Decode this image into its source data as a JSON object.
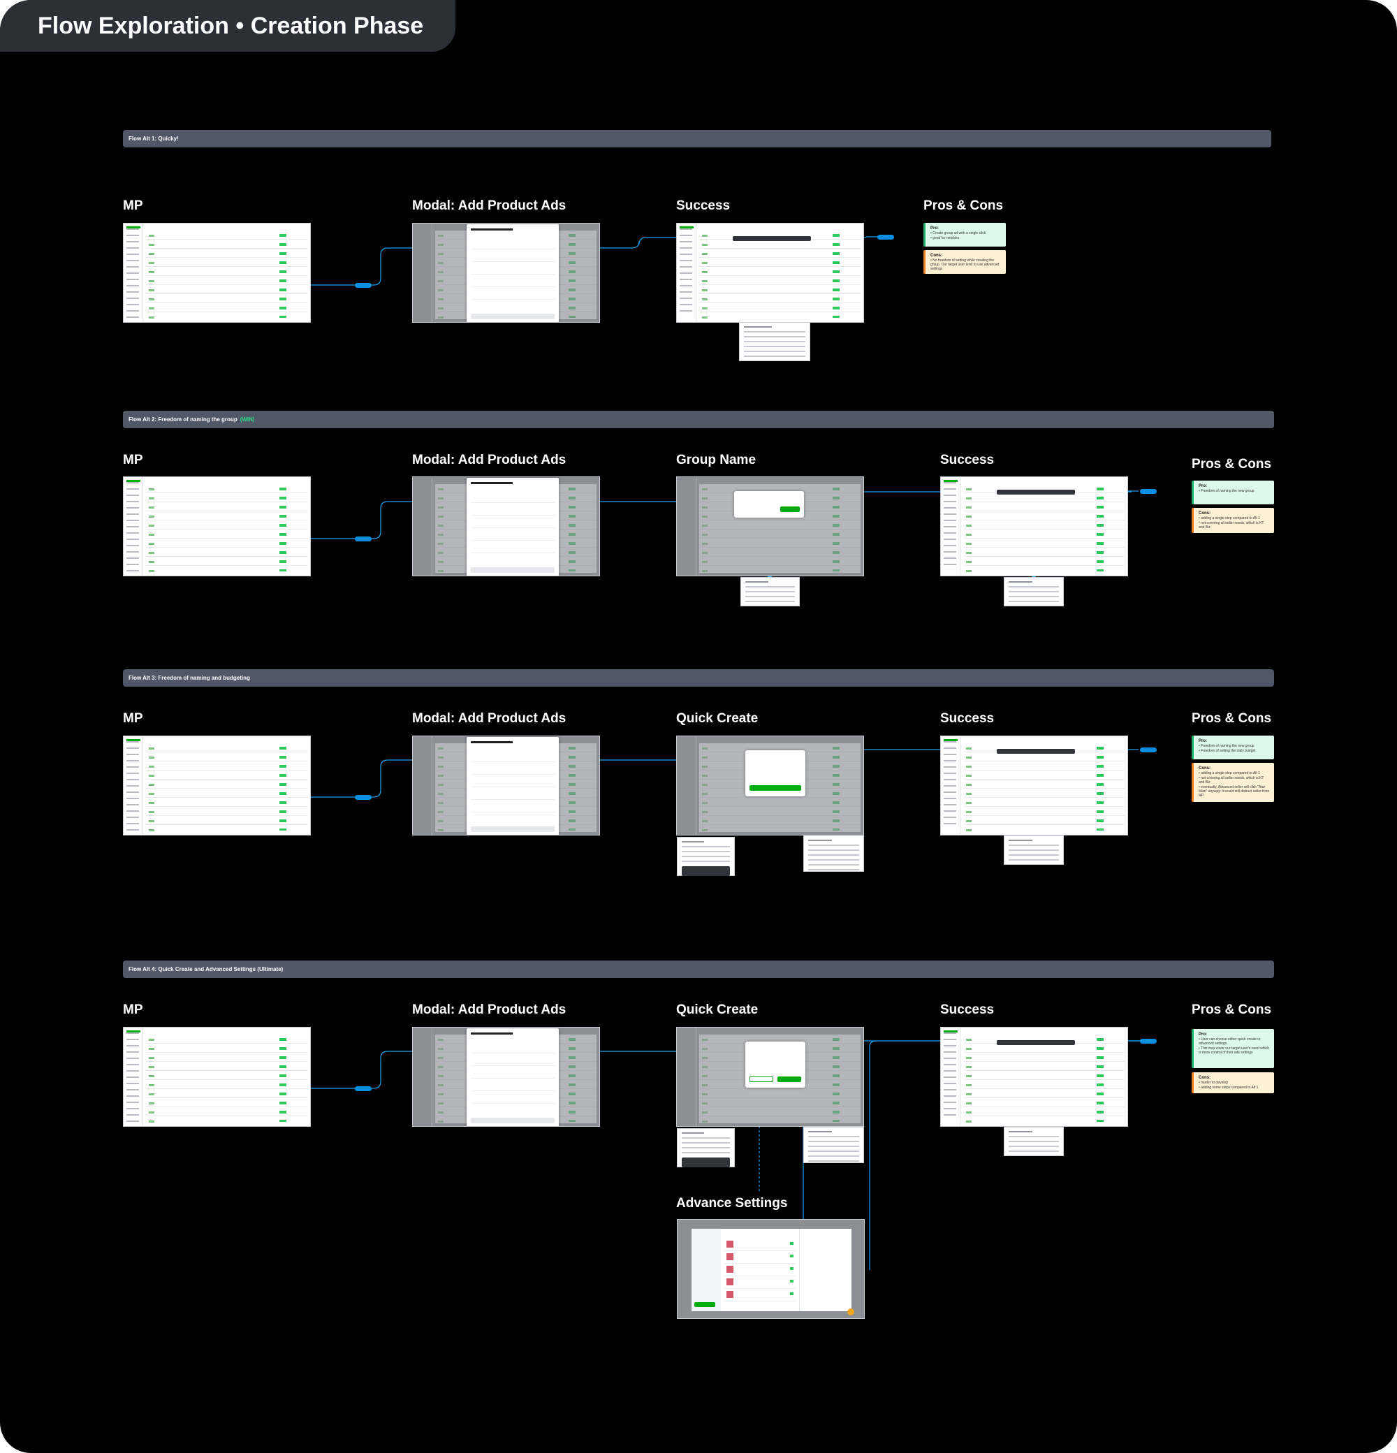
{
  "page_title": "Flow Exploration • Creation Phase",
  "colors": {
    "background": "#000000",
    "banner": "#505868",
    "connector": "#1aa4f0",
    "win_tag": "#2bdc8a",
    "pro_bg": "#dcf9ec",
    "con_bg": "#fdf1d4"
  },
  "flows": [
    {
      "banner": "Flow Alt 1: Quicky!",
      "tag": "",
      "labels": [
        "MP",
        "Modal: Add Product Ads",
        "Success",
        "Pros & Cons"
      ],
      "pros": {
        "heading": "Pro:",
        "items": [
          "Create group ad with a single click",
          "good for newbies"
        ]
      },
      "cons": {
        "heading": "Cons:",
        "items": [
          "No freedom of setting while creating the group. Our target user tend to use advanced settings"
        ]
      }
    },
    {
      "banner": "Flow Alt 2: Freedom of naming the group",
      "tag": "(WIN)",
      "labels": [
        "MP",
        "Modal: Add Product Ads",
        "Group Name",
        "Success",
        "Pros & Cons"
      ],
      "pros": {
        "heading": "Pro:",
        "items": [
          "Freedom of naming the new group"
        ]
      },
      "cons": {
        "heading": "Cons:",
        "items": [
          "adding a single step compared to Alt 1",
          "not covering all seller needs, which is KT and Biz"
        ]
      }
    },
    {
      "banner": "Flow Alt 3: Freedom of naming and budgeting",
      "tag": "",
      "labels": [
        "MP",
        "Modal: Add Product Ads",
        "Quick Create",
        "Success",
        "Pros & Cons"
      ],
      "pros": {
        "heading": "Pro:",
        "items": [
          "Freedom of naming the new group",
          "Freedom of setting the daily budget"
        ]
      },
      "cons": {
        "heading": "Cons:",
        "items": [
          "adding a single step compared to Alt 1",
          "not covering all seller needs, which is KT and Biz",
          "eventually, Advanced seller will click \"Atur Iklan\" anyway. It would still distract seller from MP"
        ]
      }
    },
    {
      "banner": "Flow Alt 4: Quick Create and Advanced Settings (Ultimate)",
      "tag": "",
      "labels": [
        "MP",
        "Modal: Add Product Ads",
        "Quick Create",
        "Success",
        "Pros & Cons",
        "Advance Settings"
      ],
      "pros": {
        "heading": "Pro:",
        "items": [
          "User can choose either quick create or advanced settings",
          "This may cover our target user's need which is more control of their ads settings"
        ]
      },
      "cons": {
        "heading": "Cons:",
        "items": [
          "harder to develop",
          "adding some steps compared to Alt 1"
        ]
      }
    }
  ]
}
